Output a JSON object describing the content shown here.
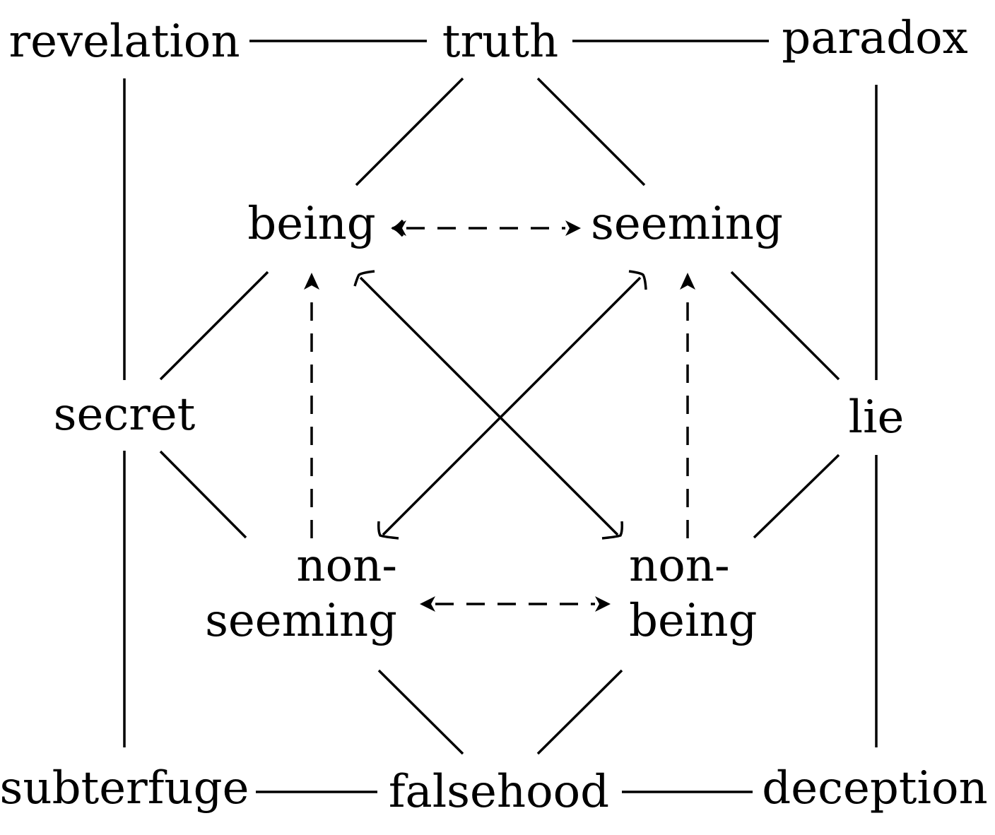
{
  "nodes": {
    "revelation": "revelation",
    "truth": "truth",
    "paradox": "paradox",
    "being": "being",
    "seeming": "seeming",
    "secret": "secret",
    "lie": "lie",
    "non_seeming_line1": "non-",
    "non_seeming_line2": "seeming",
    "non_being_line1": "non-",
    "non_being_line2": "being",
    "subterfuge": "subterfuge",
    "falsehood": "falsehood",
    "deception": "deception"
  },
  "colors": {
    "ink": "#000000",
    "background": "#ffffff"
  }
}
